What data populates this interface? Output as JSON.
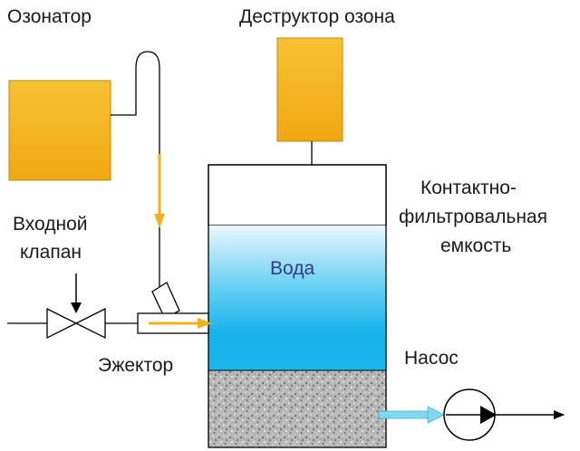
{
  "labels": {
    "ozonator": "Озонатор",
    "destructor": "Деструктор озона",
    "tank_line1": "Контактно-",
    "tank_line2": "фильтровальная",
    "tank_line3": "емкость",
    "valve_line1": "Входной",
    "valve_line2": "клапан",
    "water": "Вода",
    "ejector": "Эжектор",
    "pump": "Насос"
  },
  "colors": {
    "ozone_unit": "#f5b31c",
    "ozone_arrow": "#f0b020",
    "water_top": "#e6f7fd",
    "water_bottom": "#1ab6ee",
    "outlet_arrow": "#7fd7f0",
    "line": "#000000"
  }
}
